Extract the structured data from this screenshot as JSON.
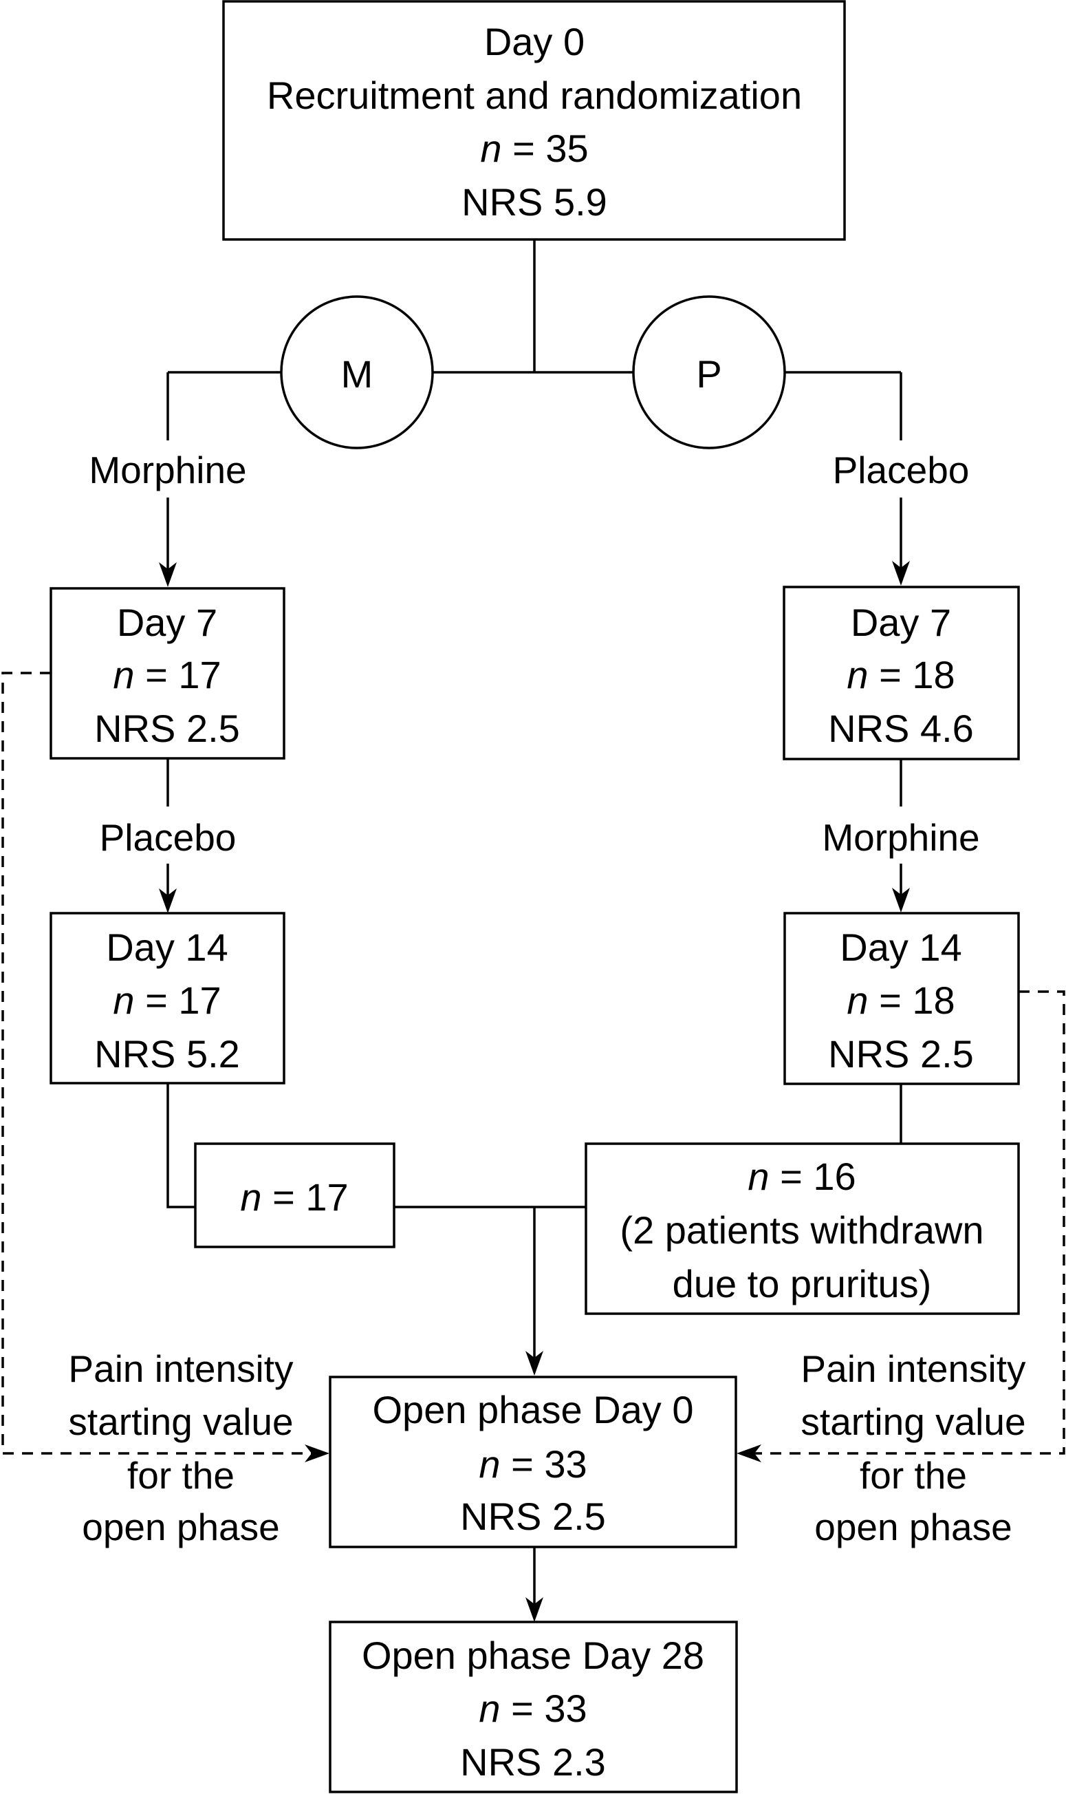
{
  "diagram": {
    "type": "flowchart",
    "colors": {
      "line": "#000000",
      "background": "#ffffff"
    },
    "nodes": {
      "start": {
        "title": "Day 0",
        "subtitle": "Recruitment and randomization",
        "n_symbol": "n",
        "n_value": " = 35",
        "nrs": "NRS 5.9"
      },
      "arm_m": {
        "label": "M"
      },
      "arm_p": {
        "label": "P"
      },
      "m_day7": {
        "title": "Day 7",
        "n_symbol": "n",
        "n_value": " = 17",
        "nrs": "NRS 2.5"
      },
      "p_day7": {
        "title": "Day 7",
        "n_symbol": "n",
        "n_value": " = 18",
        "nrs": "NRS 4.6"
      },
      "m_day14": {
        "title": "Day 14",
        "n_symbol": "n",
        "n_value": " = 17",
        "nrs": "NRS 5.2"
      },
      "p_day14": {
        "title": "Day 14",
        "n_symbol": "n",
        "n_value": " = 18",
        "nrs": "NRS 2.5"
      },
      "m_final": {
        "n_symbol": "n",
        "n_value": " = 17"
      },
      "p_final": {
        "n_symbol": "n",
        "n_value": " = 16",
        "note_line1": "(2 patients withdrawn",
        "note_line2": "due to pruritus)"
      },
      "open_day0": {
        "title": "Open phase Day 0",
        "n_symbol": "n",
        "n_value": " = 33",
        "nrs": "NRS 2.5"
      },
      "open_day28": {
        "title": "Open phase Day 28",
        "n_symbol": "n",
        "n_value": " = 33",
        "nrs": "NRS 2.3"
      }
    },
    "edge_labels": {
      "m_first": "Morphine",
      "p_first": "Placebo",
      "m_second": "Placebo",
      "p_second": "Morphine"
    },
    "side_notes": {
      "left": [
        "Pain intensity",
        "starting value",
        "for the",
        "open phase"
      ],
      "right": [
        "Pain intensity",
        "starting value",
        "for the",
        "open phase"
      ]
    }
  }
}
